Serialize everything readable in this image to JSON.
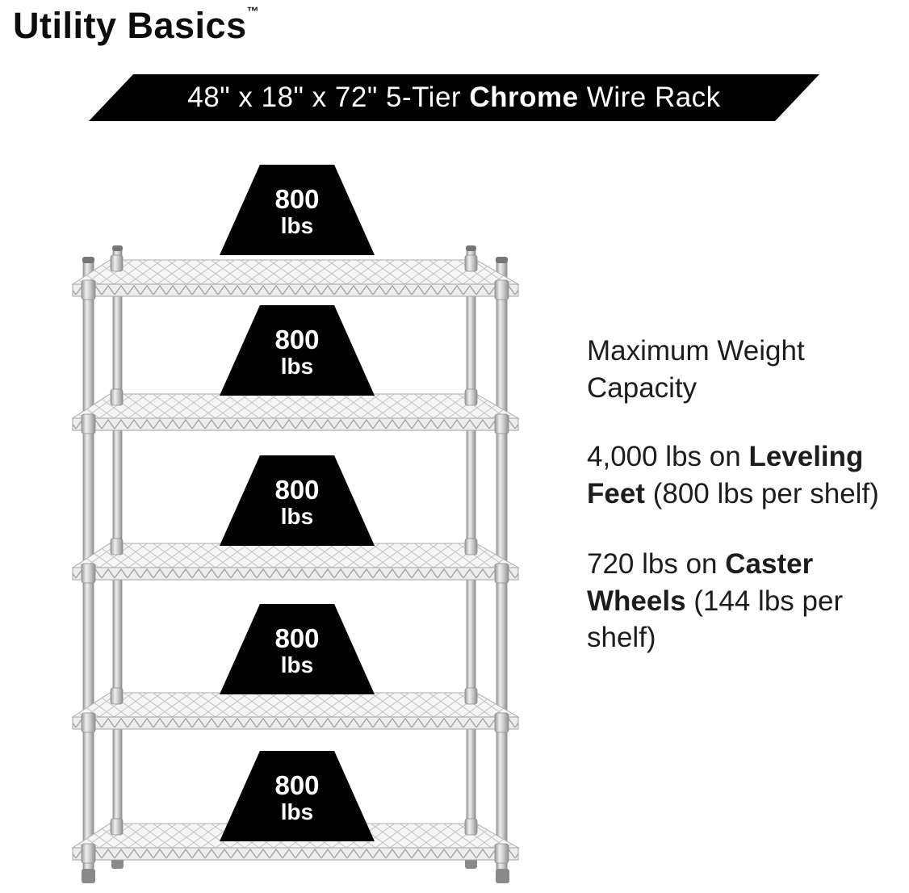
{
  "brand": {
    "name": "Utility Basics",
    "trademark": "™"
  },
  "banner": {
    "pre": "48\" x 18\" x 72\" 5-Tier ",
    "bold": "Chrome",
    "post": " Wire Rack",
    "bg_color": "#000000",
    "text_color": "#ffffff"
  },
  "rack": {
    "shelf_count": 5,
    "badge_bg": "#000000",
    "badge_text_color": "#ffffff",
    "badges": [
      {
        "value": "800",
        "unit": "lbs"
      },
      {
        "value": "800",
        "unit": "lbs"
      },
      {
        "value": "800",
        "unit": "lbs"
      },
      {
        "value": "800",
        "unit": "lbs"
      },
      {
        "value": "800",
        "unit": "lbs"
      }
    ]
  },
  "info": {
    "heading": "Maximum Weight Capacity",
    "items": [
      {
        "pre": "4,000 lbs on ",
        "bold": "Leveling Feet",
        "post": " (800 lbs per shelf)"
      },
      {
        "pre": "720 lbs on ",
        "bold": "Caster Wheels",
        "post": " (144 lbs per shelf)"
      }
    ]
  },
  "colors": {
    "body_text": "#1d1d1d",
    "chrome_light": "#ececec",
    "chrome_dark": "#8f8f8f"
  }
}
